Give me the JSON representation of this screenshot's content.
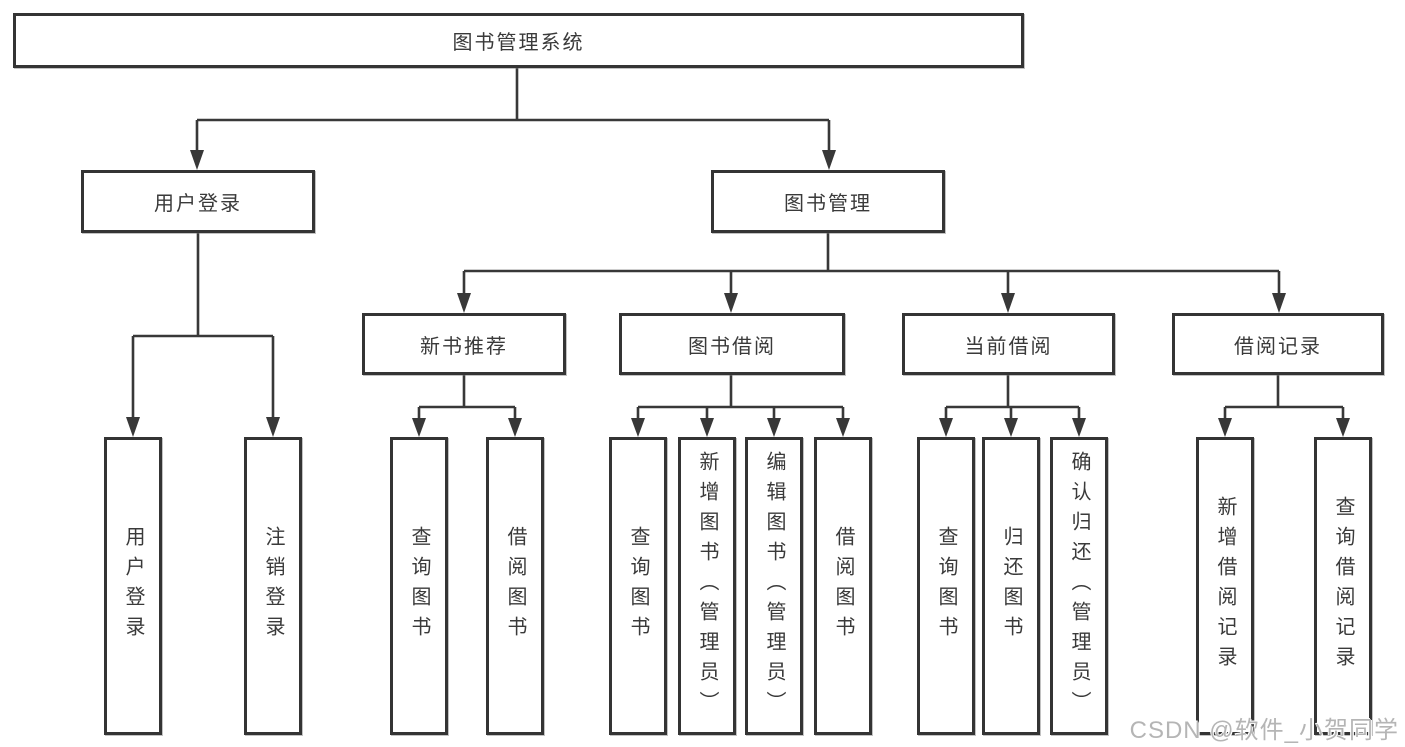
{
  "tree": {
    "root": {
      "label": "图书管理系统",
      "children": [
        {
          "label": "用户登录",
          "children": [
            {
              "label": "用户登录"
            },
            {
              "label": "注销登录"
            }
          ]
        },
        {
          "label": "图书管理",
          "children": [
            {
              "label": "新书推荐",
              "children": [
                {
                  "label": "查询图书"
                },
                {
                  "label": "借阅图书"
                }
              ]
            },
            {
              "label": "图书借阅",
              "children": [
                {
                  "label": "查询图书"
                },
                {
                  "label": "新增图书（管理员）"
                },
                {
                  "label": "编辑图书（管理员）"
                },
                {
                  "label": "借阅图书"
                }
              ]
            },
            {
              "label": "当前借阅",
              "children": [
                {
                  "label": "查询图书"
                },
                {
                  "label": "归还图书"
                },
                {
                  "label": "确认归还（管理员）"
                }
              ]
            },
            {
              "label": "借阅记录",
              "children": [
                {
                  "label": "新增借阅记录"
                },
                {
                  "label": "查询借阅记录"
                }
              ]
            }
          ]
        }
      ]
    }
  },
  "watermark": {
    "text": "CSDN @软件_小贺同学"
  },
  "colors": {
    "background": "#ffffff",
    "line": "#383838",
    "box_border": "#343434",
    "text": "#3a3a3a",
    "watermark": "#b5b5b5"
  }
}
